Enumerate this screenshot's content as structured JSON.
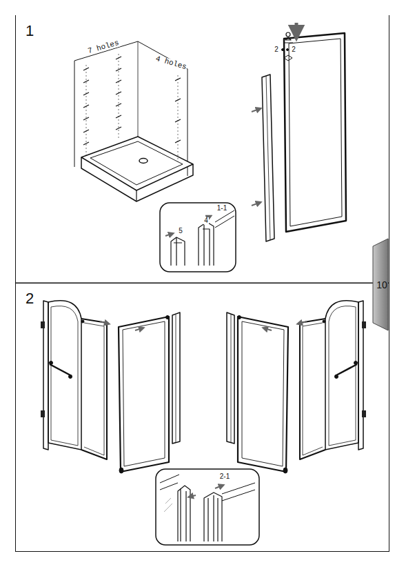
{
  "diagram": {
    "nodes": [
      {
        "text": [
          "1"
        ]
      },
      {
        "text": [
          "2"
        ]
      },
      {
        "text": [
          "10"
        ]
      }
    ],
    "labels": [
      "7 holes",
      "4 holes",
      "2",
      "2",
      "1-1",
      "5",
      "4",
      "2-1"
    ]
  }
}
